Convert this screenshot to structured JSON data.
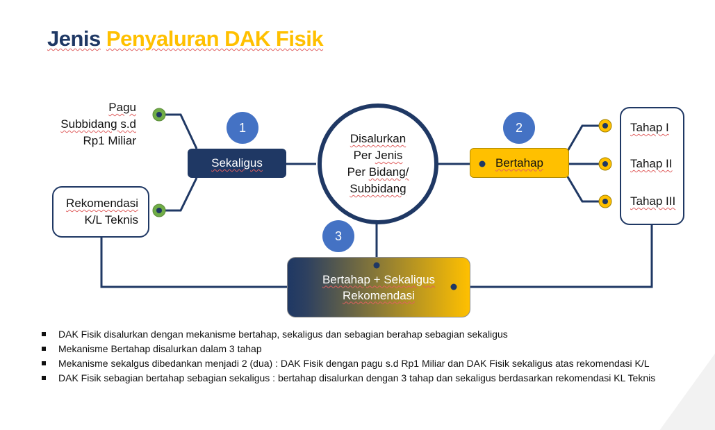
{
  "title": {
    "part1": "Jenis",
    "part2": "Penyaluran DAK Fisik"
  },
  "colors": {
    "navy": "#1f3864",
    "gold": "#ffc000",
    "badge_blue": "#4472c4",
    "dot_green": "#70ad47"
  },
  "center": {
    "lines": [
      "Disalurkan",
      "Per Jenis",
      "Per Bidang/",
      "Subbidang"
    ]
  },
  "badges": [
    "1",
    "2",
    "3"
  ],
  "sekaligus": {
    "label": "Sekaligus",
    "branches": {
      "pagu": [
        "Pagu",
        "Subbidang s.d",
        "Rp1 Miliar"
      ],
      "rekomendasi": [
        "Rekomendasi",
        "K/L Teknis"
      ]
    }
  },
  "bertahap": {
    "label": "Bertahap",
    "stages": [
      "Tahap I",
      "Tahap II",
      "Tahap III"
    ]
  },
  "combined": {
    "lines": [
      "Bertahap + Sekaligus",
      "Rekomendasi"
    ]
  },
  "bullets": [
    "DAK Fisik disalurkan dengan mekanisme bertahap, sekaligus dan sebagian berahap sebagian sekaligus",
    "Mekanisme Bertahap disalurkan dalam 3 tahap",
    "Mekanisme sekalgus dibedankan menjadi 2 (dua) : DAK Fisik dengan pagu s.d Rp1 Miliar dan DAK Fisik sekaligus atas rekomendasi K/L",
    "DAK Fisik sebagian bertahap sebagian sekaligus : bertahap disalurkan dengan 3 tahap dan sekaligus berdasarkan rekomendasi KL Teknis"
  ]
}
